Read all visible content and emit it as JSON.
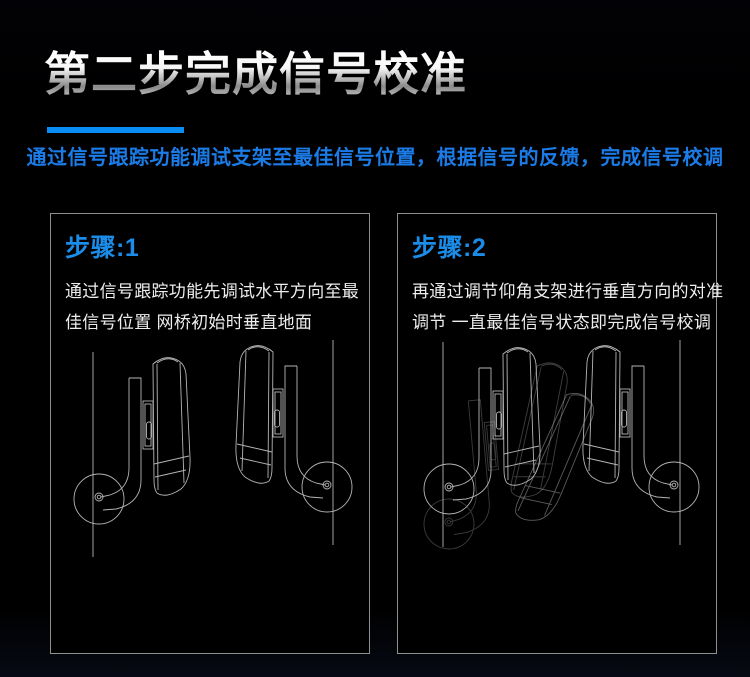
{
  "header": {
    "title": "第二步完成信号校准",
    "subtitle": "通过信号跟踪功能调试支架至最佳信号位置，根据信号的反馈，完成信号校调"
  },
  "panels": [
    {
      "heading": "步骤:1",
      "body_lines": [
        "通过信号跟踪功能先调试水平方向至最",
        "佳信号位置 网桥初始时垂直地面"
      ],
      "illustration": "two-wall-mounted-bridges-upright-facing"
    },
    {
      "heading": "步骤:2",
      "body_lines": [
        "再通过调节仰角支架进行垂直方向的对准",
        "调节 一直最佳信号状态即完成信号校调"
      ],
      "illustration": "bridge-with-tilt-adjust-ghosts-facing-bridge"
    }
  ],
  "colors": {
    "accent": "#0a8df5",
    "subtitle-blue": "#1b7ce8",
    "heading-blue": "#1b8ce8",
    "panel-border": "#8f8f8f",
    "art-line": "#b5b5b5",
    "body-text": "#ededed",
    "background": "#000000"
  }
}
